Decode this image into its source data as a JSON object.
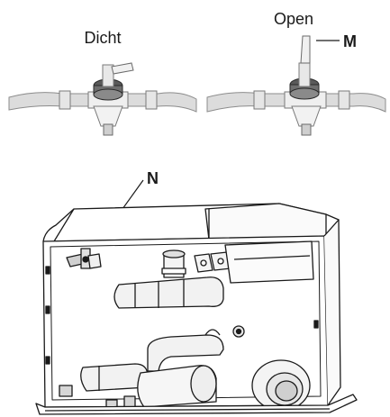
{
  "labels": {
    "closed": "Dicht",
    "open": "Open",
    "valve_callout": "M",
    "unit_callout": "N"
  },
  "colors": {
    "ink": "#1a1a1a",
    "hose": "#d9d9d9",
    "hose_edge": "#8c8c8c",
    "metal": "#8a8a8a",
    "metal_dark": "#4a4a4a",
    "housing_fill": "#ffffff"
  }
}
